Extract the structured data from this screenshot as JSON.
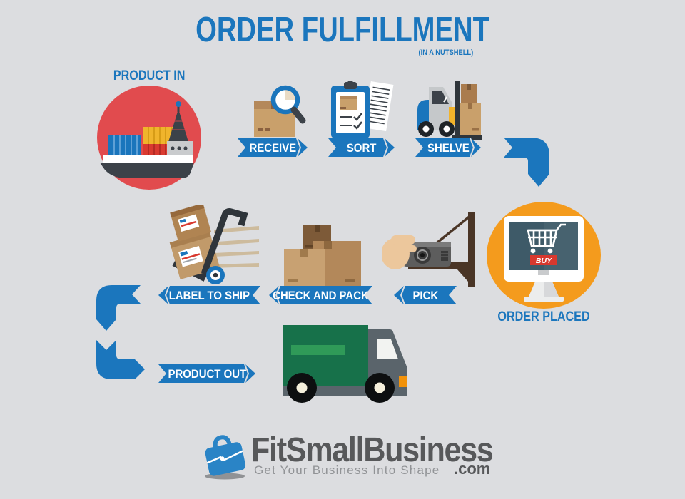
{
  "palette": {
    "background": "#dcdde0",
    "accent_blue": "#1b76bd",
    "product_in_circle": "#e14b4e",
    "order_placed_circle": "#f49b1d",
    "box_tan": "#c9a06b",
    "truck_green": "#17714a",
    "dark_gray": "#3c4249",
    "buy_red": "#d8382e",
    "brand_gray": "#57585a",
    "tagline_gray": "#919396"
  },
  "title": {
    "text": "ORDER FULFILLMENT",
    "subtitle": "(IN A NUTSHELL)"
  },
  "flow": {
    "product_in": {
      "label": "PRODUCT IN",
      "icon": "cargo-ship-icon"
    },
    "receive": {
      "label": "RECEIVE",
      "icon": "box-magnifier-icon"
    },
    "sort": {
      "label": "SORT",
      "icon": "clipboard-checklist-icon"
    },
    "shelve": {
      "label": "SHELVE",
      "icon": "forklift-icon"
    },
    "order_placed": {
      "label": "ORDER PLACED",
      "icon": "monitor-shopping-cart-icon",
      "buy_button": "BUY"
    },
    "pick": {
      "label": "PICK",
      "icon": "hand-picking-camera-shelf-icon"
    },
    "check_and_pack": {
      "label": "CHECK AND PACK",
      "icon": "stacked-boxes-icon"
    },
    "label_to_ship": {
      "label": "LABEL TO SHIP",
      "icon": "hand-truck-boxes-icon"
    },
    "product_out": {
      "label": "PRODUCT OUT",
      "icon": "delivery-truck-icon"
    }
  },
  "footer": {
    "brand": "FitSmallBusiness",
    "tagline": "Get Your Business Into Shape",
    "suffix": ".com"
  }
}
